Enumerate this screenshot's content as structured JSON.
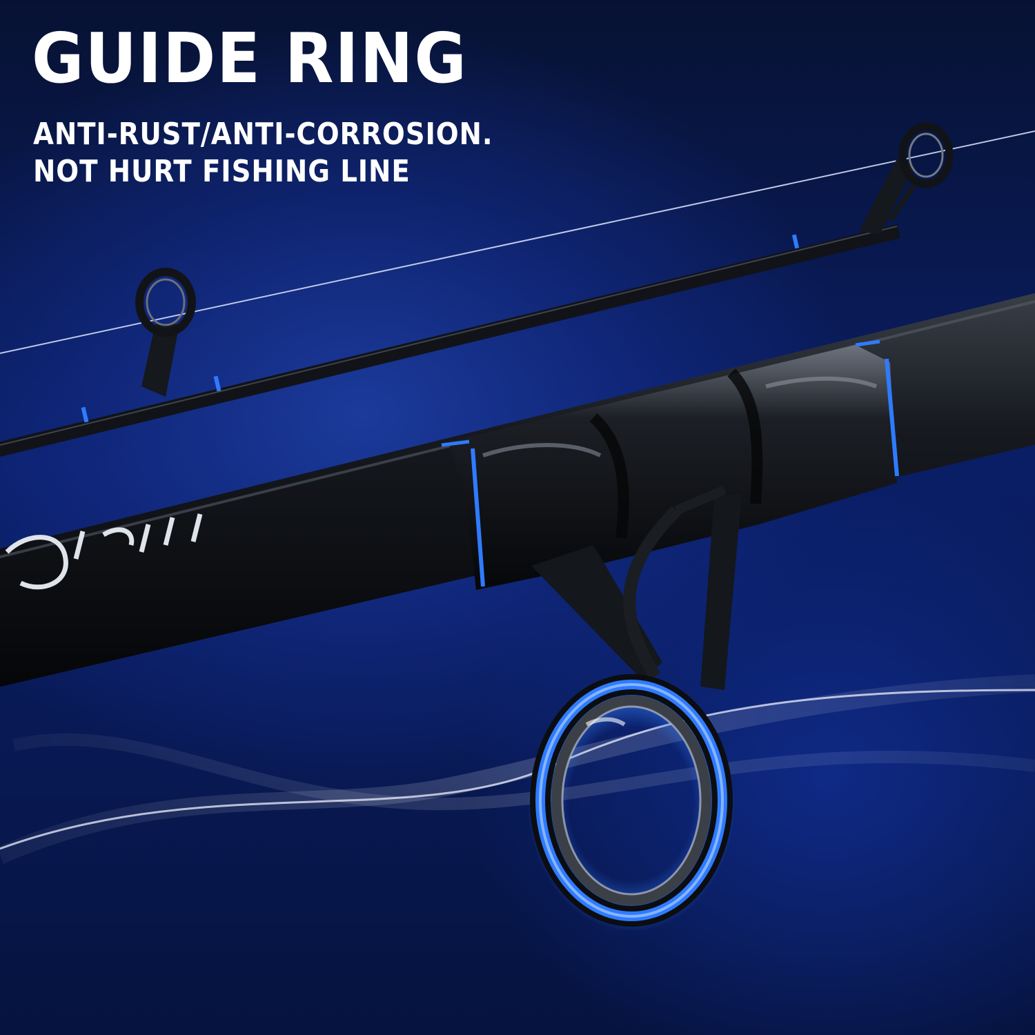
{
  "headline": "GUIDE RING",
  "features": [
    "ANTI-RUST/ANTI-CORROSION.",
    "NOT HURT FISHING LINE"
  ],
  "colors": {
    "background_dark": "#06123a",
    "background_glow": "#1b3a9a",
    "rod_black": "#101318",
    "accent_blue": "#2f7bff",
    "text": "#ffffff"
  }
}
